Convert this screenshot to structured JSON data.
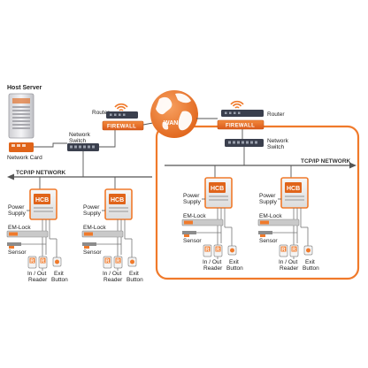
{
  "host": {
    "title": "Host Server",
    "card_label": "Network Card"
  },
  "network": {
    "switch_label_1": "Network",
    "switch_label_2": "Switch",
    "router_label": "Router",
    "firewall_label": "FIREWALL",
    "wan_label": "WAN",
    "tcp_label": "TCP/IP NETWORK"
  },
  "controller": {
    "hcb_label": "HCB",
    "power_label_1": "Power",
    "power_label_2": "Supply",
    "emlock_label": "EM-Lock",
    "sensor_label": "Sensor",
    "reader_label_1": "In / Out",
    "reader_label_2": "Reader",
    "exit_label_1": "Exit",
    "exit_label_2": "Button",
    "reader_badge": "R"
  },
  "colors": {
    "orange": "#f07a2b",
    "orange_dark": "#e0641a",
    "gray": "#8c8c8c",
    "dark": "#2f3340",
    "panel": "#f4f4f4"
  }
}
